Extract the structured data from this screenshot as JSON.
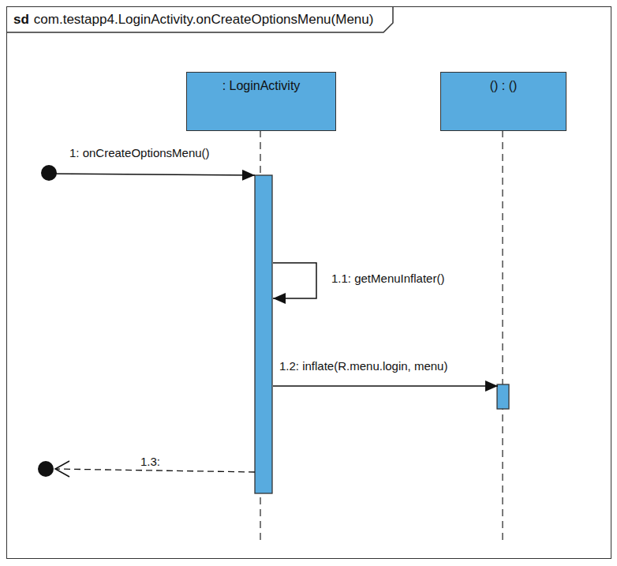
{
  "diagram": {
    "nodes": [
      {
        "text": [
          "sd",
          "com.testapp4.LoginActivity.onCreateOptionsMenu(Menu)"
        ]
      },
      {
        "text": [
          ": LoginActivity"
        ],
        "in": 0
      },
      {
        "text": [
          "() : ()"
        ],
        "in": 0
      }
    ],
    "edges": [
      {
        "from": 1,
        "to": 1,
        "label": "1.1: getMenuInflater()",
        "arrow": "to"
      },
      {
        "from": 1,
        "to": 2,
        "label": "1.2: inflate(R.menu.login, menu)",
        "arrow": "to"
      }
    ],
    "labels": [
      "1: onCreateOptionsMenu()",
      "1.3:"
    ]
  }
}
